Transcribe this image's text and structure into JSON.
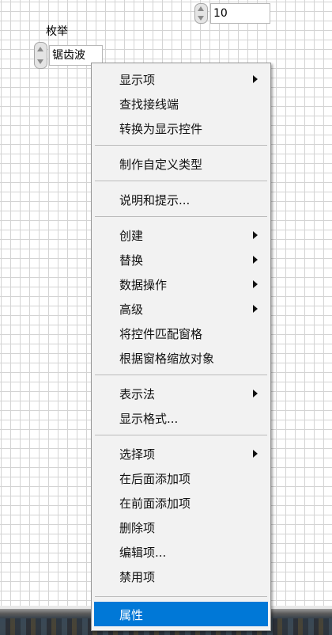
{
  "numeric_control": {
    "value": "10"
  },
  "enum_control": {
    "label": "枚举",
    "value": "锯齿波"
  },
  "context_menu": {
    "items": [
      {
        "label": "显示项",
        "submenu": true
      },
      {
        "label": "查找接线端",
        "submenu": false
      },
      {
        "label": "转换为显示控件",
        "submenu": false
      },
      {
        "label": "制作自定义类型",
        "submenu": false
      },
      {
        "label": "说明和提示...",
        "submenu": false
      },
      {
        "label": "创建",
        "submenu": true
      },
      {
        "label": "替换",
        "submenu": true
      },
      {
        "label": "数据操作",
        "submenu": true
      },
      {
        "label": "高级",
        "submenu": true
      },
      {
        "label": "将控件匹配窗格",
        "submenu": false
      },
      {
        "label": "根据窗格缩放对象",
        "submenu": false
      },
      {
        "label": "表示法",
        "submenu": true
      },
      {
        "label": "显示格式...",
        "submenu": false
      },
      {
        "label": "选择项",
        "submenu": true
      },
      {
        "label": "在后面添加项",
        "submenu": false
      },
      {
        "label": "在前面添加项",
        "submenu": false
      },
      {
        "label": "删除项",
        "submenu": false
      },
      {
        "label": "编辑项...",
        "submenu": false
      },
      {
        "label": "禁用项",
        "submenu": false
      },
      {
        "label": "属性",
        "submenu": false,
        "highlighted": true
      }
    ]
  },
  "colors": {
    "menu_highlight": "#0078d7",
    "grid_line": "#d4d4d4"
  }
}
